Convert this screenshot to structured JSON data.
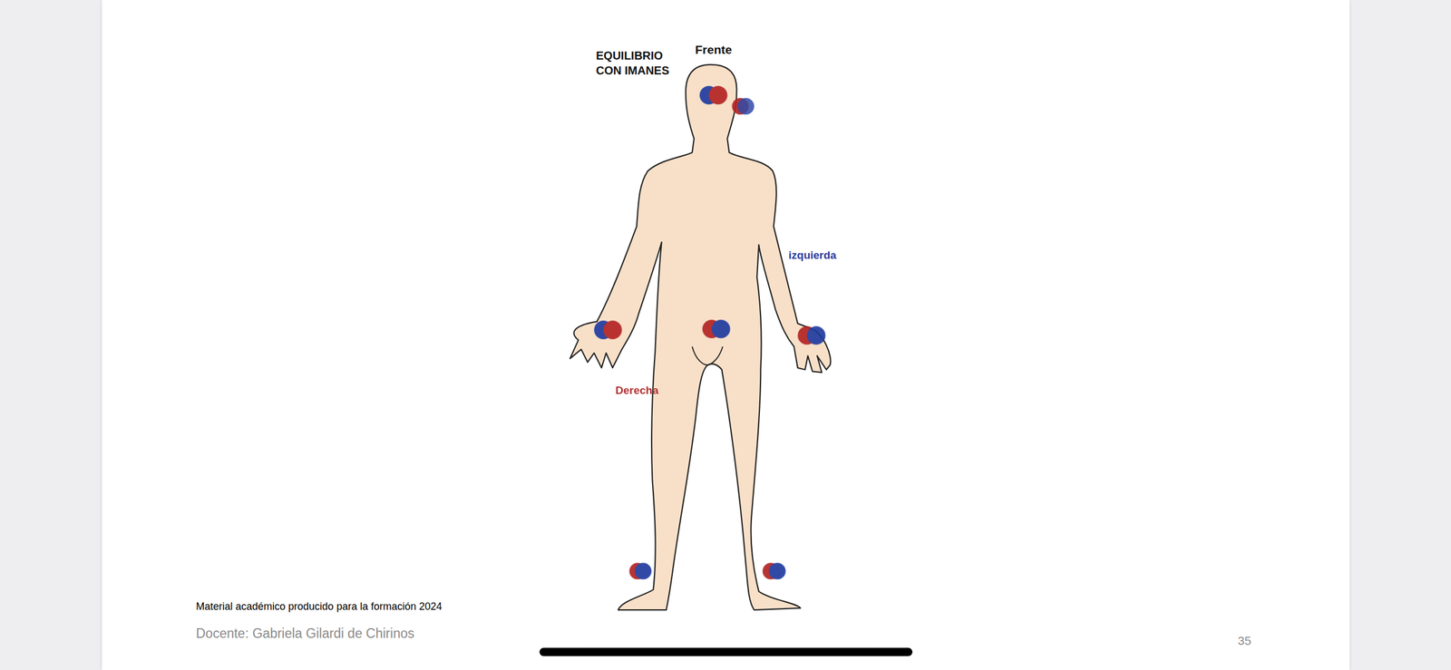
{
  "diagram": {
    "title": "EQUILIBRIO CON IMANES",
    "labels": [
      "Frente",
      "izquierda",
      "Derecha",
      "Material académico producido para la formación 2024",
      "Docente: Gabriela Gilardi de Chirinos",
      "35"
    ]
  }
}
